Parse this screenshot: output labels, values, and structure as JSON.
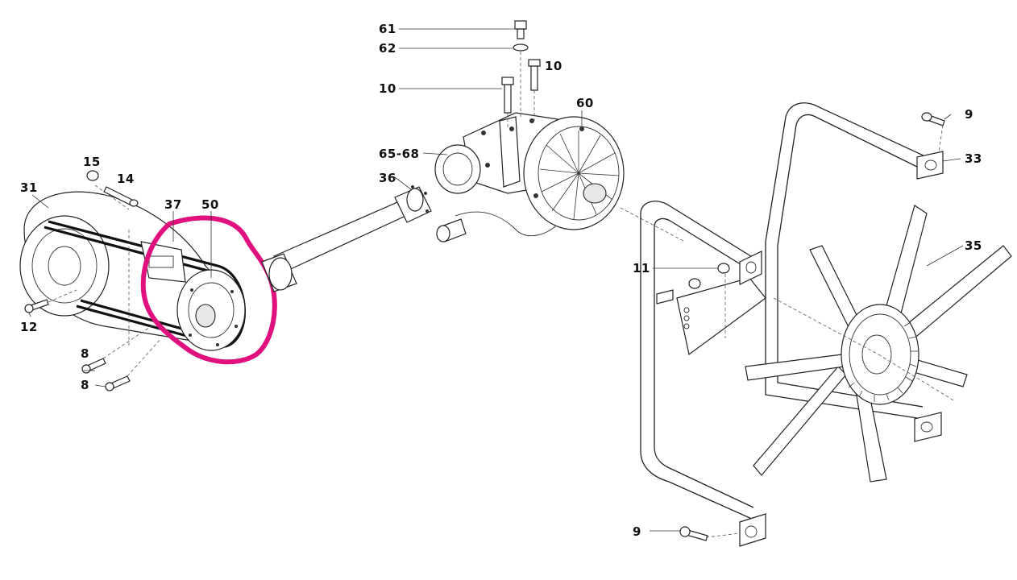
{
  "labels": {
    "l61": "61",
    "l62": "62",
    "l10a": "10",
    "l10b": "10",
    "l60": "60",
    "l65_68": "65-68",
    "l36": "36",
    "l15": "15",
    "l14": "14",
    "l31": "31",
    "l37": "37",
    "l50": "50",
    "l12": "12",
    "l8a": "8",
    "l8b": "8",
    "l11": "11",
    "l9a": "9",
    "l33": "33",
    "l35": "35",
    "l9b": "9"
  },
  "colors": {
    "highlight": "#e0117f",
    "ink": "#222222"
  }
}
